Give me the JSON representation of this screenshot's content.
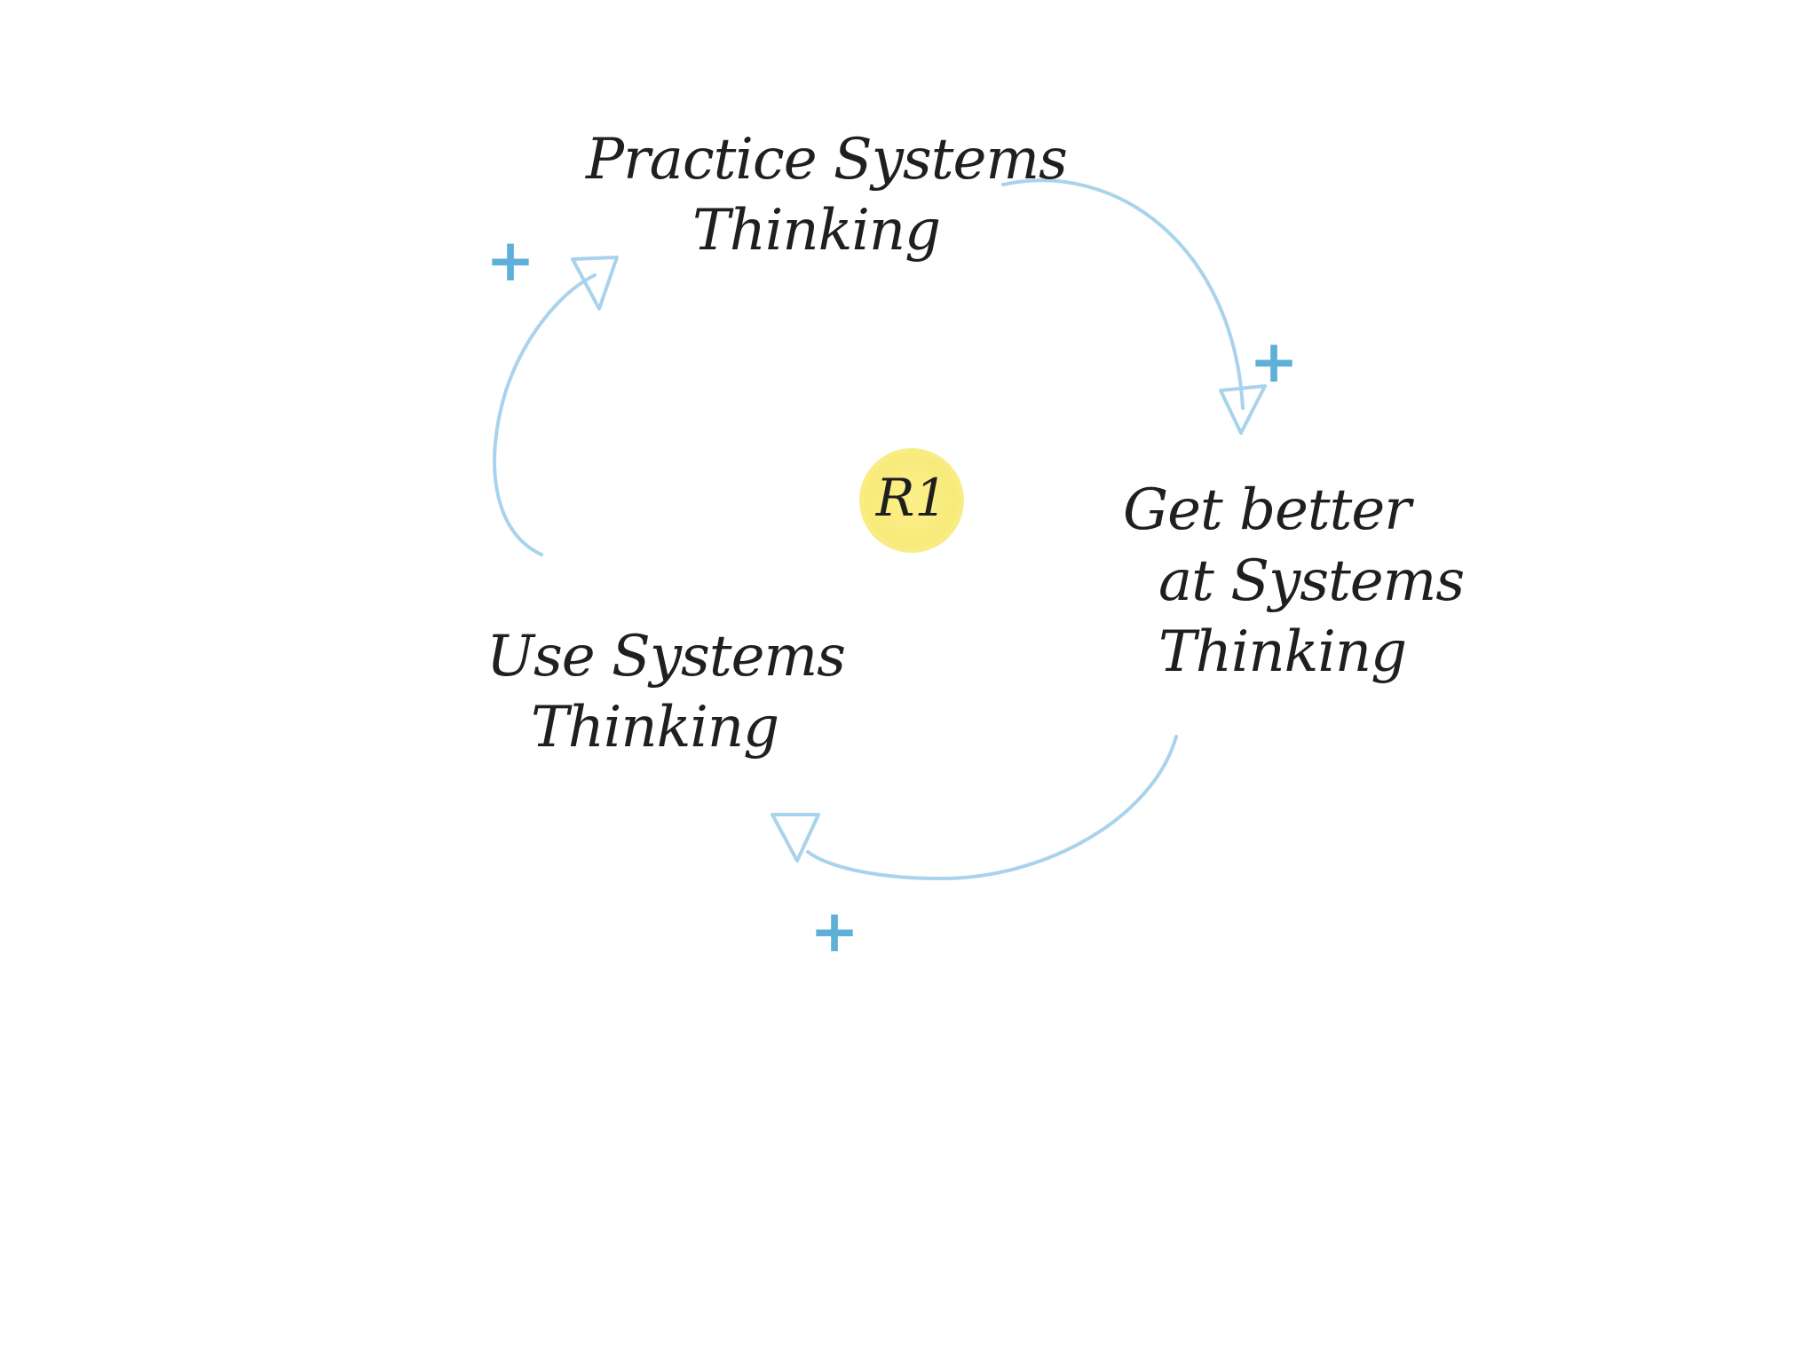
{
  "diagram": {
    "nodes": {
      "practice": [
        "Practice Systems",
        "Thinking"
      ],
      "get_better": [
        "Get better",
        "at Systems",
        "Thinking"
      ],
      "use": [
        "Use Systems",
        "Thinking"
      ]
    },
    "loop_label": "R1",
    "polarities": {
      "practice_to_get_better": "+",
      "get_better_to_use": "+",
      "use_to_practice": "+"
    },
    "edges": [
      {
        "from": "Practice Systems Thinking",
        "to": "Get better at Systems Thinking",
        "polarity": "+"
      },
      {
        "from": "Get better at Systems Thinking",
        "to": "Use Systems Thinking",
        "polarity": "+"
      },
      {
        "from": "Use Systems Thinking",
        "to": "Practice Systems Thinking",
        "polarity": "+"
      }
    ],
    "colors": {
      "arrow": "#a9d3ec",
      "polarity": "#5fb0d8",
      "loop_highlight": "#f8ea7a",
      "text": "#1f1f1f"
    }
  }
}
